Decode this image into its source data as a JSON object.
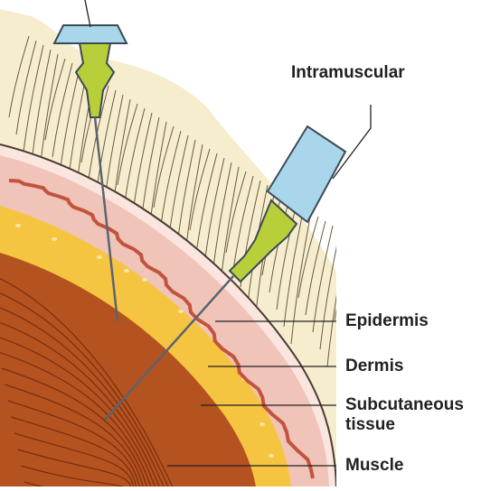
{
  "labels": {
    "intramuscular": "Intramuscular",
    "epidermis": "Epidermis",
    "dermis": "Dermis",
    "subcutaneous_line1": "Subcutaneous",
    "subcutaneous_line2": "tissue",
    "muscle": "Muscle"
  },
  "colors": {
    "hair_bg": "#f6edcf",
    "hair_stroke": "#6b5a3a",
    "epidermis": "#f3d6cc",
    "dermis": "#f1c4b9",
    "dermis_papillae": "#c2543e",
    "subcutaneous": "#f5c542",
    "muscle": "#b4531f",
    "muscle_fiber": "#7a2d10",
    "needle_hub": "#b9cf3a",
    "syringe_barrel": "#a9d6ea",
    "needle_shaft": "#5a6470"
  }
}
